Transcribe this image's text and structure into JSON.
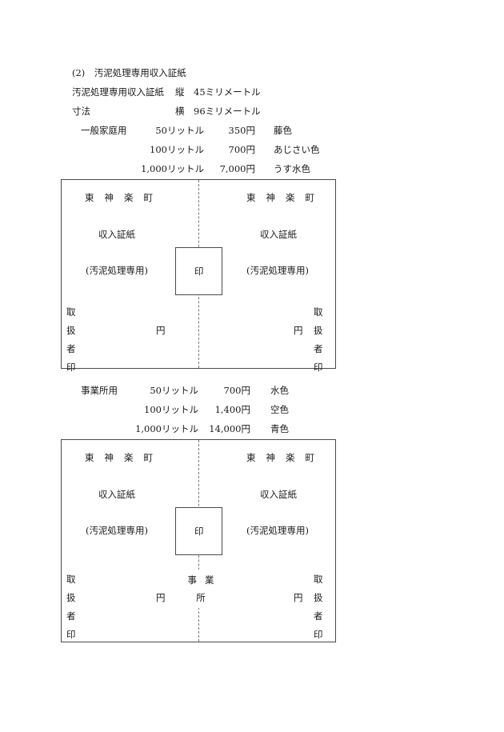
{
  "section_title": "(2)　汚泥処理専用収入証紙",
  "spec": {
    "name": "汚泥処理専用収入証紙",
    "dim_label": "寸法",
    "tate": "縦　45ミリメートル",
    "yoko": "横　96ミリメートル"
  },
  "household": {
    "category": "一般家庭用",
    "rows": [
      {
        "volume": "50リットル",
        "price": "350円",
        "color": "藤色"
      },
      {
        "volume": "100リットル",
        "price": "700円",
        "color": "あじさい色"
      },
      {
        "volume": "1,000リットル",
        "price": "7,000円",
        "color": "うす水色"
      }
    ]
  },
  "business": {
    "category": "事業所用",
    "rows": [
      {
        "volume": "50リットル",
        "price": "700円",
        "color": "水色"
      },
      {
        "volume": "100リットル",
        "price": "1,400円",
        "color": "空色"
      },
      {
        "volume": "1,000リットル",
        "price": "14,000円",
        "color": "青色"
      }
    ]
  },
  "stamp": {
    "town": [
      "東",
      "神",
      "楽",
      "町"
    ],
    "title": "収入証紙",
    "subtitle": "(汚泥処理専用)",
    "seal": "印",
    "handler": [
      "取",
      "扱",
      "者",
      "印"
    ],
    "yen": "円",
    "office": [
      "事",
      "業",
      "所"
    ]
  }
}
